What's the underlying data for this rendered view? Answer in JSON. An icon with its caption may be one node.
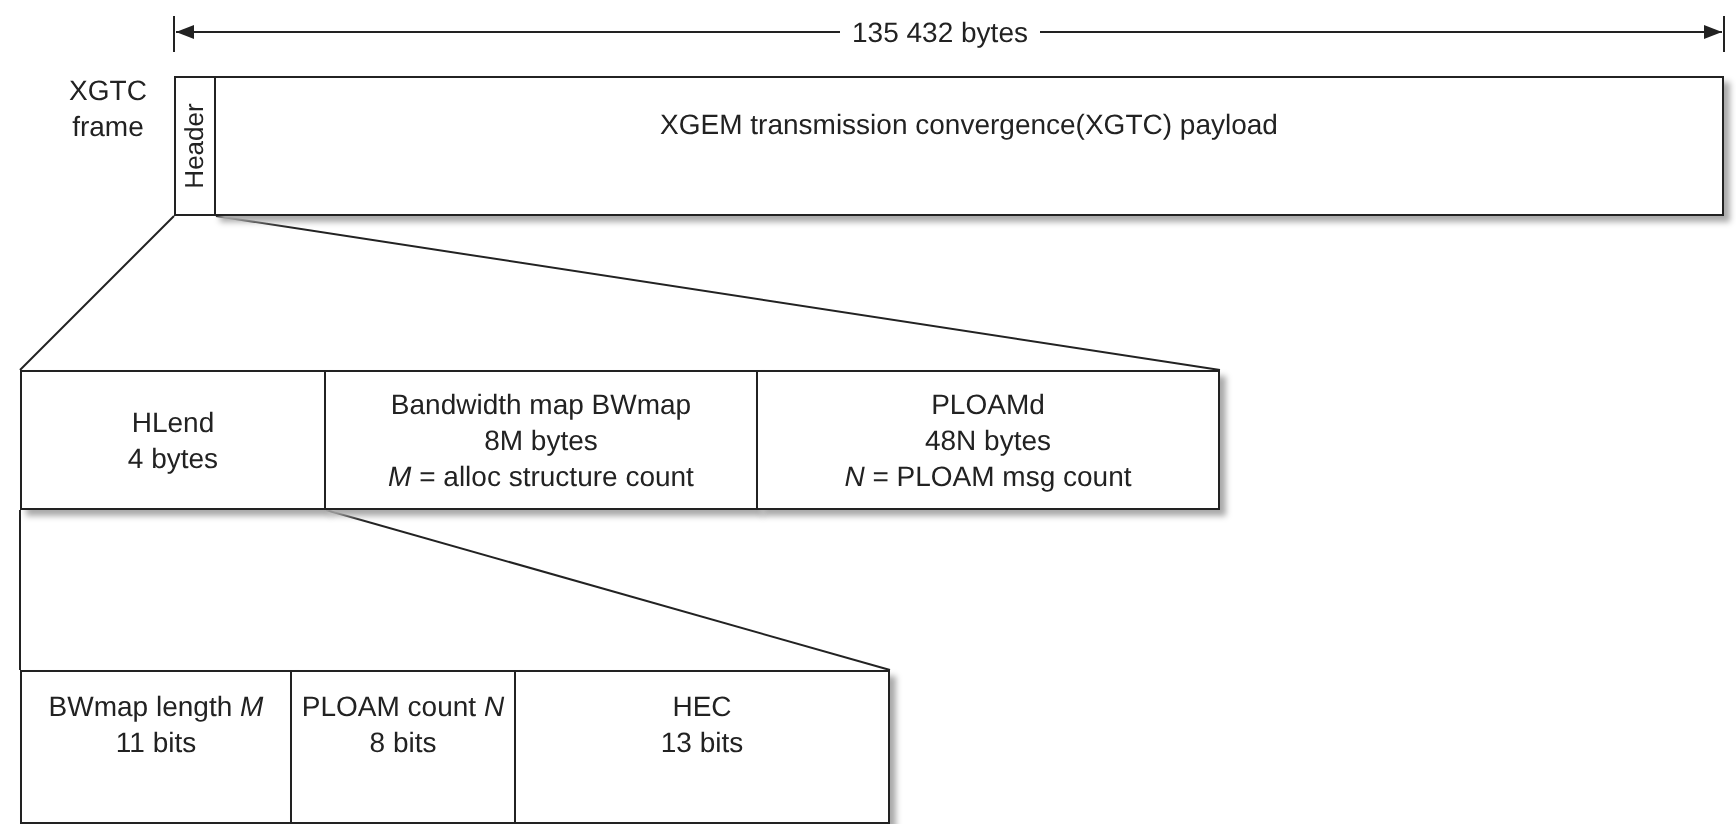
{
  "diagram": {
    "nodes": [
      {
        "text": [
          "Header"
        ]
      },
      {
        "text": [
          "XGEM transmission convergence(XGTC) payload"
        ]
      },
      {
        "text": [
          "HLend",
          "4 bytes"
        ]
      },
      {
        "text": [
          "Bandwidth map BWmap",
          "8M bytes",
          "*M* = alloc structure count"
        ]
      },
      {
        "text": [
          "PLOAMd",
          "48N bytes",
          "*N* = PLOAM msg count"
        ]
      },
      {
        "text": [
          "BWmap length *M*",
          "11 bits"
        ]
      },
      {
        "text": [
          "PLOAM count *N*",
          "8 bits"
        ]
      },
      {
        "text": [
          "HEC",
          "13 bits"
        ]
      }
    ],
    "edges": [
      {
        "from": 0,
        "to": 2,
        "arrow": "none"
      },
      {
        "from": 0,
        "to": 4,
        "arrow": "none"
      },
      {
        "from": 2,
        "to": 5,
        "arrow": "none"
      },
      {
        "from": 2,
        "to": 7,
        "arrow": "none"
      }
    ],
    "labels": [
      "135 432 bytes",
      "XGTC frame"
    ]
  }
}
